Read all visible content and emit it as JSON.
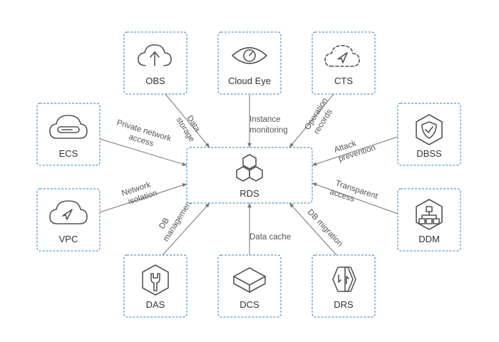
{
  "center": {
    "label": "RDS",
    "icon": "hexagon-cluster-icon"
  },
  "nodes": {
    "obs": {
      "label": "OBS",
      "icon": "cloud-upload-icon"
    },
    "cloud_eye": {
      "label": "Cloud Eye",
      "icon": "eye-icon"
    },
    "cts": {
      "label": "CTS",
      "icon": "cloud-trace-icon"
    },
    "ecs": {
      "label": "ECS",
      "icon": "cloud-server-icon"
    },
    "dbss": {
      "label": "DBSS",
      "icon": "shield-icon"
    },
    "vpc": {
      "label": "VPC",
      "icon": "cloud-network-icon"
    },
    "ddm": {
      "label": "DDM",
      "icon": "distributed-tree-icon"
    },
    "das": {
      "label": "DAS",
      "icon": "wrench-icon"
    },
    "dcs": {
      "label": "DCS",
      "icon": "cache-block-icon"
    },
    "drs": {
      "label": "DRS",
      "icon": "replication-icon"
    }
  },
  "edges": {
    "obs": [
      "Data",
      "storage"
    ],
    "cloud_eye": [
      "Instance",
      "monitoring"
    ],
    "cts": [
      "Operation",
      "records"
    ],
    "ecs": [
      "Private network",
      "access"
    ],
    "dbss": [
      "Attack",
      "prevention"
    ],
    "vpc": [
      "Network",
      "isolation"
    ],
    "ddm": [
      "Transparent",
      "access"
    ],
    "das": [
      "DB",
      "management"
    ],
    "dcs": [
      "Data cache"
    ],
    "drs": [
      "DB migration"
    ]
  },
  "colors": {
    "box_border": "#2f7fbf",
    "line": "#777777",
    "icon": "#555555",
    "text": "#333333"
  }
}
